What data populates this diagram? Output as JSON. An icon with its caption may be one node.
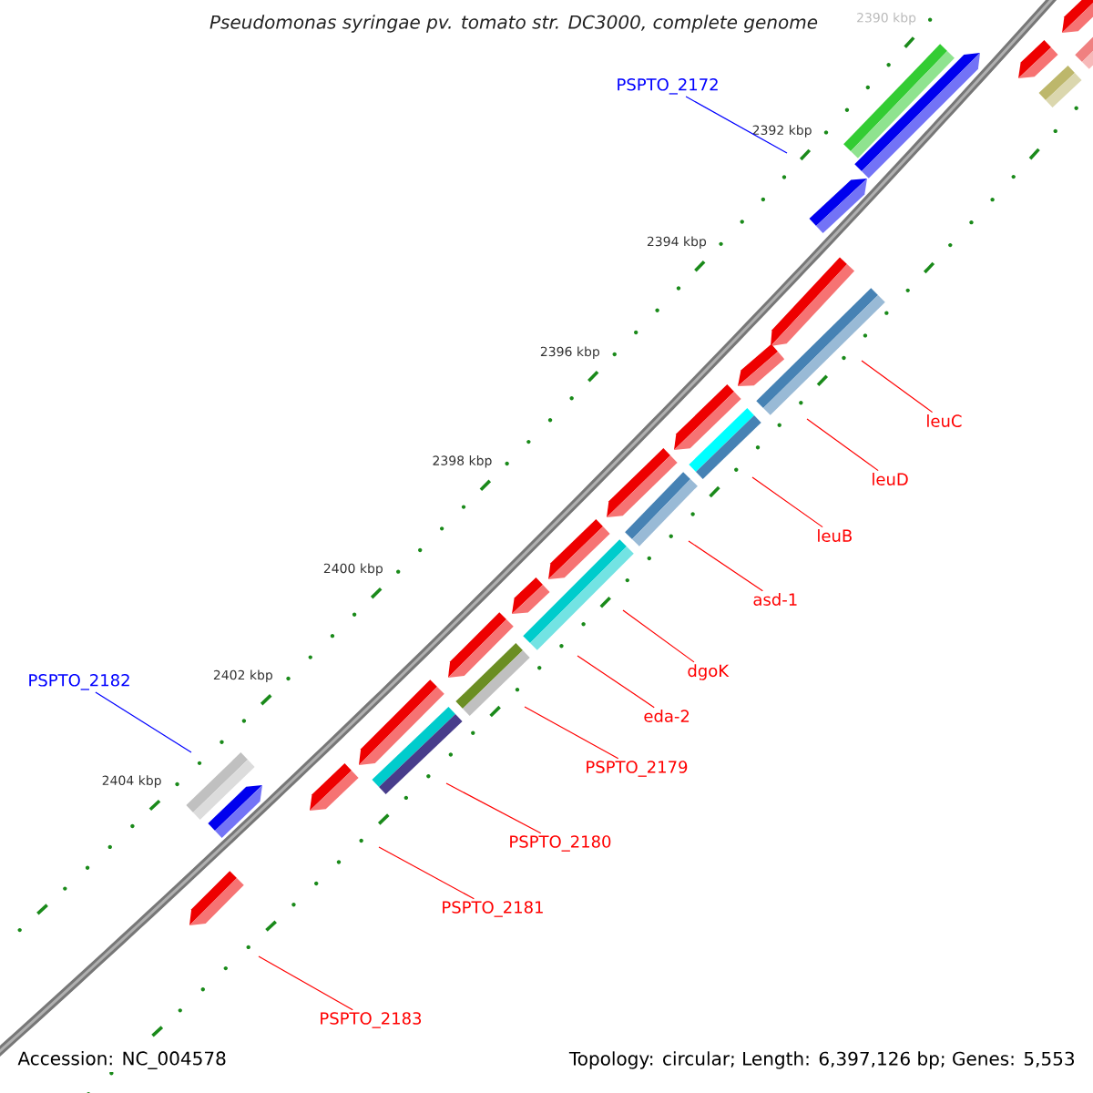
{
  "diagram": {
    "title": "Pseudomonas syringae pv. tomato str. DC3000, complete genome",
    "nodes": [
      {
        "text": [
          "PSPTO_2172"
        ]
      },
      {
        "text": [
          "leuC"
        ]
      },
      {
        "text": [
          "leuD"
        ]
      },
      {
        "text": [
          "leuB"
        ]
      },
      {
        "text": [
          "asd-1"
        ]
      },
      {
        "text": [
          "dgoK"
        ]
      },
      {
        "text": [
          "PSPTO_2182"
        ]
      },
      {
        "text": [
          "eda-2"
        ]
      },
      {
        "text": [
          "PSPTO_2179"
        ]
      },
      {
        "text": [
          "PSPTO_2180"
        ]
      },
      {
        "text": [
          "PSPTO_2181"
        ]
      },
      {
        "text": [
          "PSPTO_2183"
        ]
      }
    ],
    "edges": [
      {
        "from": 0,
        "to": null,
        "arrow": "none",
        "color": "#0000ff"
      },
      {
        "from": 1,
        "to": null,
        "arrow": "none"
      },
      {
        "from": 2,
        "to": null,
        "arrow": "none"
      },
      {
        "from": 3,
        "to": null,
        "arrow": "none"
      },
      {
        "from": 4,
        "to": null,
        "arrow": "none"
      },
      {
        "from": 5,
        "to": null,
        "arrow": "none"
      },
      {
        "from": 6,
        "to": null,
        "arrow": "none",
        "color": "#0000ff"
      },
      {
        "from": 7,
        "to": null,
        "arrow": "none"
      },
      {
        "from": 8,
        "to": null,
        "arrow": "none"
      },
      {
        "from": 9,
        "to": null,
        "arrow": "none"
      },
      {
        "from": 10,
        "to": null,
        "arrow": "none"
      },
      {
        "from": 11,
        "to": null,
        "arrow": "none"
      }
    ],
    "labels": [
      "2390 kbp",
      "2392 kbp",
      "2394 kbp",
      "2396 kbp",
      "2398 kbp",
      "2400 kbp",
      "2402 kbp",
      "2404 kbp",
      "Accession: NC_004578",
      "Topology: circular; Length: 6,397,126 bp; Genes: 5,553"
    ]
  }
}
